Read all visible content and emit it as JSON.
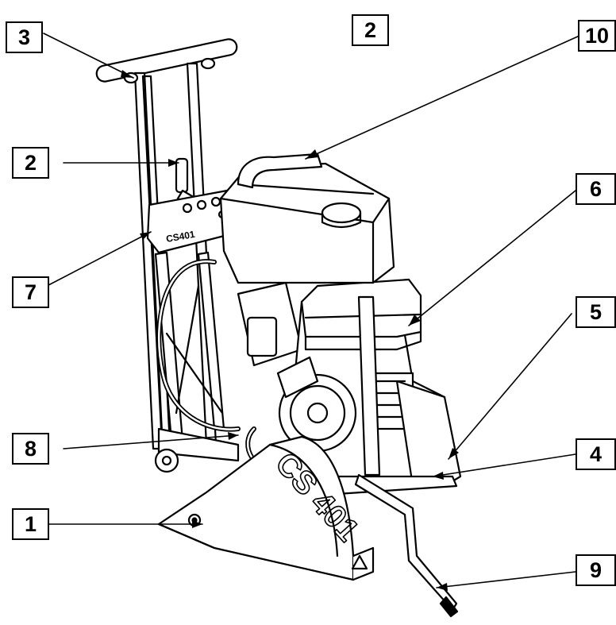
{
  "callouts": [
    {
      "id": "c3",
      "label": "3"
    },
    {
      "id": "c2a",
      "label": "2"
    },
    {
      "id": "c10",
      "label": "10"
    },
    {
      "id": "c2b",
      "label": "2"
    },
    {
      "id": "c6",
      "label": "6"
    },
    {
      "id": "c7",
      "label": "7"
    },
    {
      "id": "c5",
      "label": "5"
    },
    {
      "id": "c8",
      "label": "8"
    },
    {
      "id": "c4",
      "label": "4"
    },
    {
      "id": "c1",
      "label": "1"
    },
    {
      "id": "c9",
      "label": "9"
    }
  ],
  "machine": {
    "blade_guard_marking": "CS 401",
    "control_panel_marking": "CS401"
  },
  "colors": {
    "line": "#000000",
    "background": "#ffffff"
  }
}
